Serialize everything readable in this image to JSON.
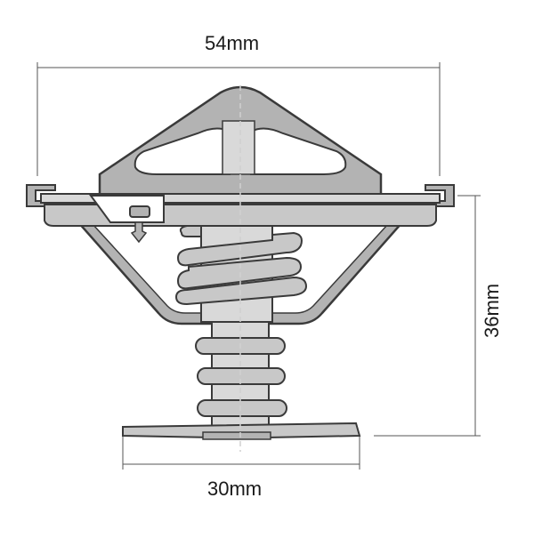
{
  "dimensions": {
    "width_label": "54mm",
    "height_label": "36mm",
    "flange_label": "30mm"
  },
  "colors": {
    "outline": "#3a3a3a",
    "body_gray": "#b3b3b3",
    "light_gray": "#d9d9d9",
    "spring_gray": "#c8c8c8",
    "dim_line": "#555555",
    "center_line": "#ffffff"
  }
}
